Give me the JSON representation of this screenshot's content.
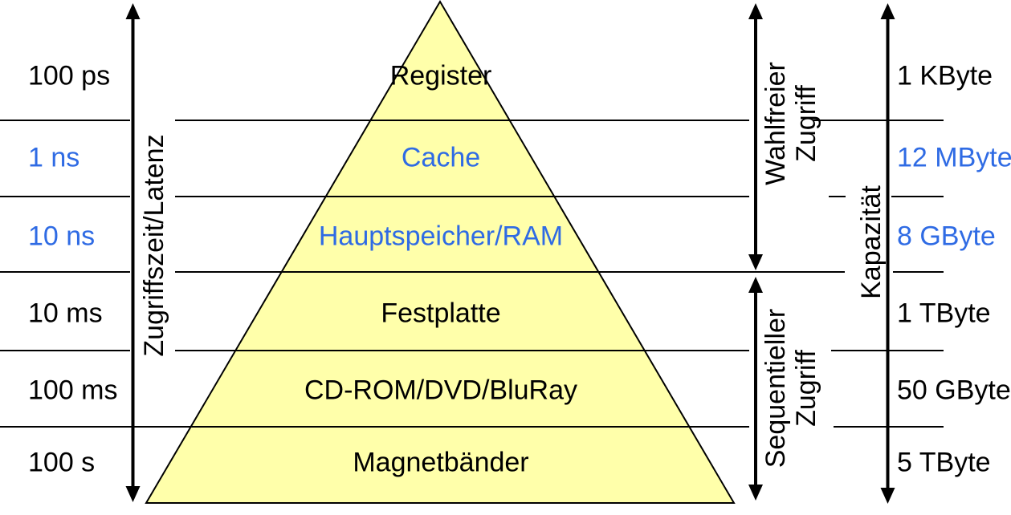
{
  "colors": {
    "pyramid_fill": "#FFFFAA",
    "outline_black": "#000000",
    "accent_blue": "#2F6BE4"
  },
  "levels": [
    {
      "name": "Register",
      "latency": "100 ps",
      "capacity": "1 KByte"
    },
    {
      "name": "Cache",
      "latency": "1 ns",
      "capacity": "12 MByte"
    },
    {
      "name": "Hauptspeicher/RAM",
      "latency": "10 ns",
      "capacity": "8 GByte"
    },
    {
      "name": "Festplatte",
      "latency": "10 ms",
      "capacity": "1 TByte"
    },
    {
      "name": "CD-ROM/DVD/BluRay",
      "latency": "100 ms",
      "capacity": "50 GByte"
    },
    {
      "name": "Magnetbänder",
      "latency": "100 s",
      "capacity": "5 TByte"
    }
  ],
  "axes": {
    "latency_label": "Zugriffszeit/Latenz",
    "capacity_label": "Kapazität",
    "random_access": {
      "line1": "Wahlfreier",
      "line2": "Zugriff"
    },
    "sequential_access": {
      "line1": "Sequentieller",
      "line2": "Zugriff"
    }
  }
}
